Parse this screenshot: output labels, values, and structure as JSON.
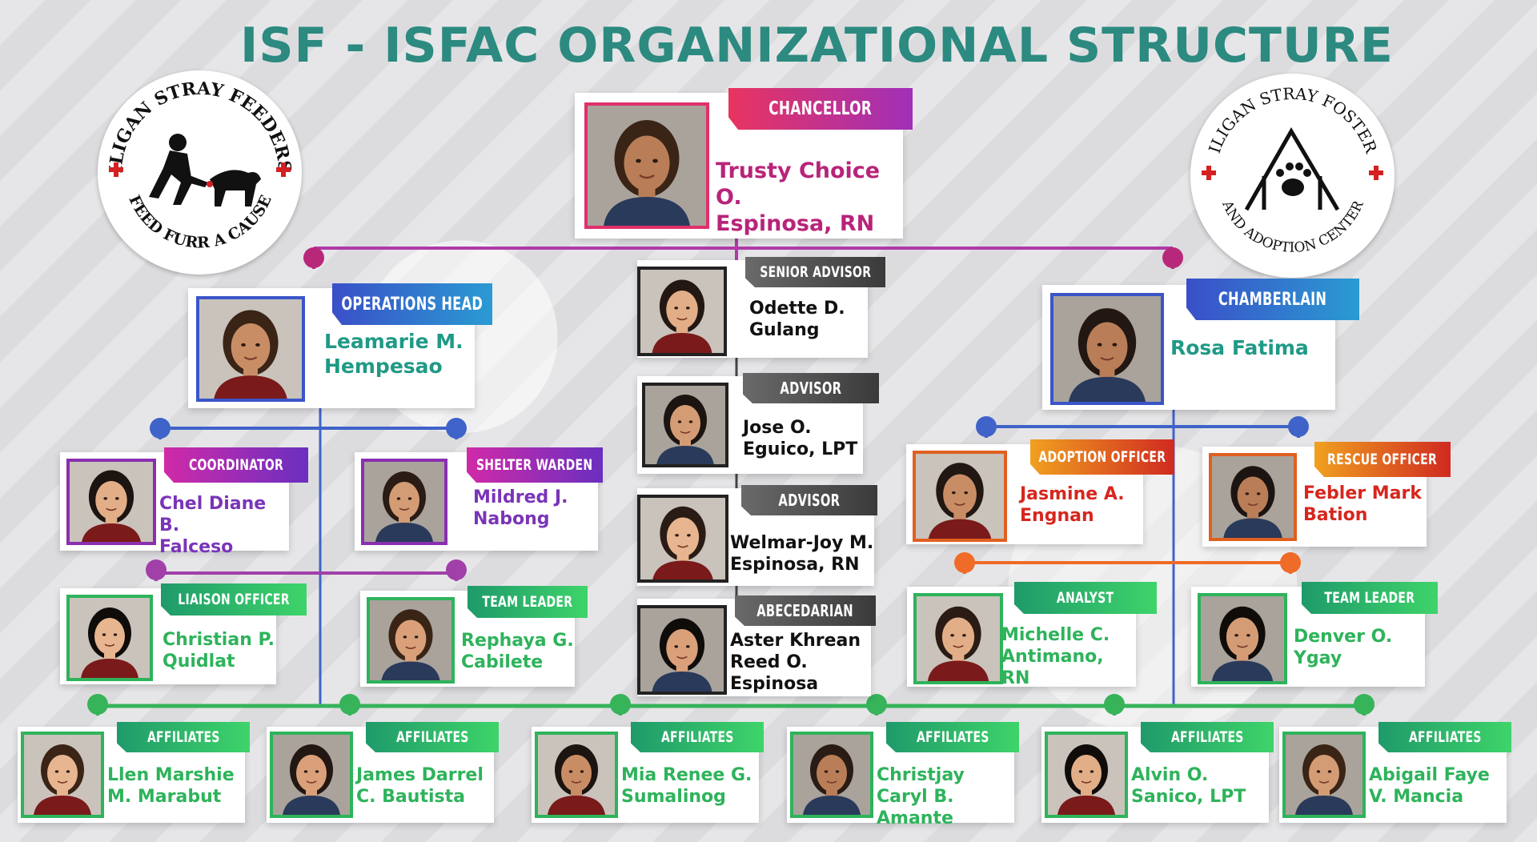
{
  "title": "ISF - ISFAC ORGANIZATIONAL STRUCTURE",
  "logos": {
    "left": {
      "top_text": "ILIGAN STRAY FEEDERS",
      "bottom_text": "FEED FURR A CAUSE"
    },
    "right": {
      "top_text": "ILIGAN STRAY FOSTER",
      "bottom_text": "AND ADOPTION CENTER"
    }
  },
  "colors": {
    "title": "#2c8a80",
    "pink": "#e0306a",
    "purple": "#8a2fb0",
    "blue": "#3b55c8",
    "teal": "#1f9a86",
    "green": "#2eb35b",
    "orange": "#f07f20",
    "red": "#d7261e",
    "gray": "#555555"
  },
  "chancellor": {
    "role": "CHANCELLOR",
    "name": "Trusty Choice O.\nEspinosa, RN"
  },
  "operations_head": {
    "role": "OPERATIONS HEAD",
    "name": "Leamarie M.\nHempesao"
  },
  "chamberlain": {
    "role": "CHAMBERLAIN",
    "name": "Rosa Fatima"
  },
  "senior_advisor": {
    "role": "SENIOR ADVISOR",
    "name": "Odette D.\nGulang"
  },
  "advisor_1": {
    "role": "ADVISOR",
    "name": "Jose O.\nEguico, LPT"
  },
  "advisor_2": {
    "role": "ADVISOR",
    "name": "Welmar-Joy M.\nEspinosa, RN"
  },
  "abecedarian": {
    "role": "ABECEDARIAN",
    "name": "Aster Khrean\nReed O.\nEspinosa"
  },
  "coordinator": {
    "role": "COORDINATOR",
    "name": "Chel Diane B.\nFalceso"
  },
  "shelter_warden": {
    "role": "SHELTER WARDEN",
    "name": "Mildred J.\nNabong"
  },
  "liaison_officer": {
    "role": "LIAISON OFFICER",
    "name": "Christian P.\nQuidlat"
  },
  "team_leader_left": {
    "role": "TEAM LEADER",
    "name": "Rephaya G.\nCabilete"
  },
  "adoption_officer": {
    "role": "ADOPTION OFFICER",
    "name": "Jasmine A.\nEngnan"
  },
  "rescue_officer": {
    "role": "RESCUE OFFICER",
    "name": "Febler Mark\nBation"
  },
  "analyst": {
    "role": "ANALYST",
    "name": "Michelle C.\nAntimano, RN"
  },
  "team_leader_right": {
    "role": "TEAM LEADER",
    "name": "Denver O.\nYgay"
  },
  "affiliates": [
    {
      "role": "AFFILIATES",
      "name": "Llen Marshie\nM. Marabut"
    },
    {
      "role": "AFFILIATES",
      "name": "James Darrel\nC. Bautista"
    },
    {
      "role": "AFFILIATES",
      "name": "Mia Renee G.\nSumalinog"
    },
    {
      "role": "AFFILIATES",
      "name": "Christjay\nCaryl B.\nAmante"
    },
    {
      "role": "AFFILIATES",
      "name": "Alvin O.\nSanico, LPT"
    },
    {
      "role": "AFFILIATES",
      "name": "Abigail Faye\nV.  Mancia"
    }
  ]
}
